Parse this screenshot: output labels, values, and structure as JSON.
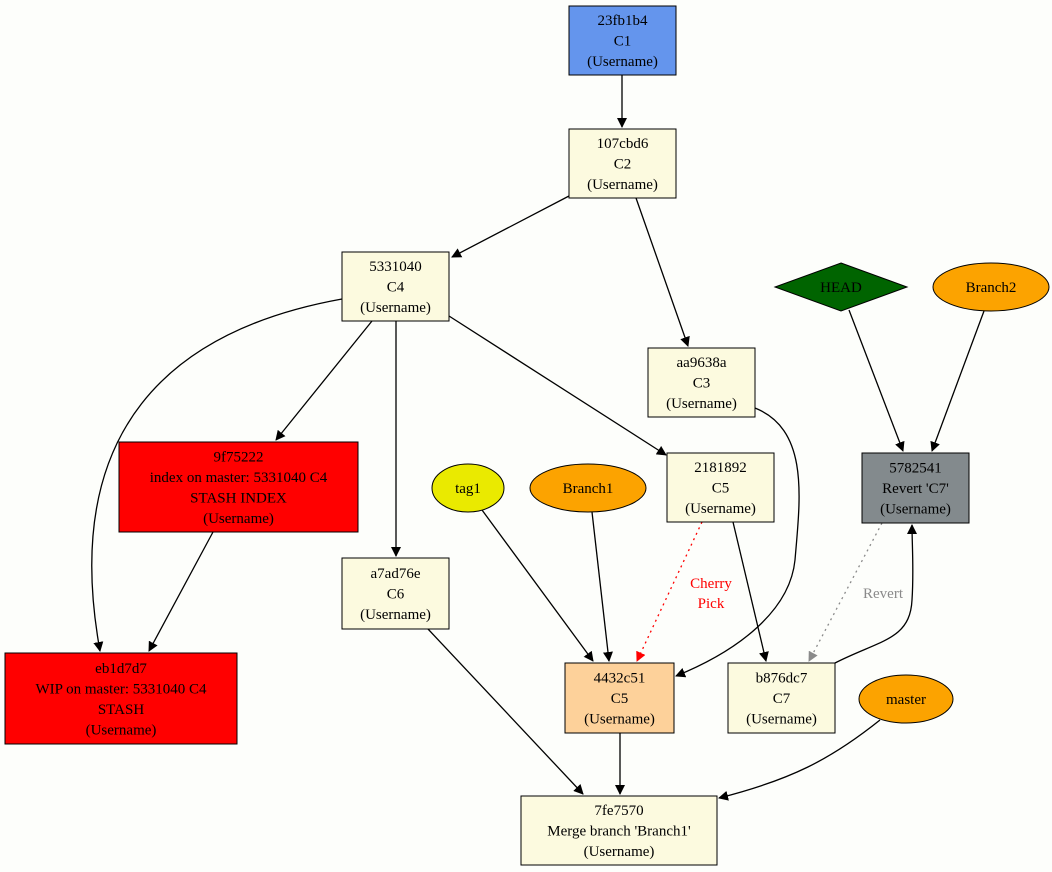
{
  "diagram": {
    "type": "git-commit-graph",
    "colors": {
      "background": "#fdfefb",
      "commit_default": "#fcfadf",
      "commit_root": "#6495ed",
      "commit_stash": "#ff0000",
      "commit_cherry_pick": "#fdd19a",
      "commit_revert": "#838a8d",
      "head": "#006400",
      "branch": "#fca300",
      "tag": "#eaea00",
      "edge": "#000000",
      "edge_cherry_pick": "#ff0000",
      "edge_revert": "#8a8a8a"
    },
    "nodes": [
      {
        "id": "c1",
        "kind": "commit",
        "style": "root",
        "lines": [
          "23fb1b4",
          "C1",
          "(Username)"
        ]
      },
      {
        "id": "c2",
        "kind": "commit",
        "style": "default",
        "lines": [
          "107cbd6",
          "C2",
          "(Username)"
        ]
      },
      {
        "id": "c4",
        "kind": "commit",
        "style": "default",
        "lines": [
          "5331040",
          "C4",
          "(Username)"
        ]
      },
      {
        "id": "c3",
        "kind": "commit",
        "style": "default",
        "lines": [
          "aa9638a",
          "C3",
          "(Username)"
        ]
      },
      {
        "id": "stashidx",
        "kind": "commit",
        "style": "stash",
        "lines": [
          "9f75222",
          "index on master: 5331040 C4",
          "STASH INDEX",
          "(Username)"
        ]
      },
      {
        "id": "c5a",
        "kind": "commit",
        "style": "default",
        "lines": [
          "2181892",
          "C5",
          "(Username)"
        ]
      },
      {
        "id": "c6",
        "kind": "commit",
        "style": "default",
        "lines": [
          "a7ad76e",
          "C6",
          "(Username)"
        ]
      },
      {
        "id": "stash",
        "kind": "commit",
        "style": "stash",
        "lines": [
          "eb1d7d7",
          "WIP on master: 5331040 C4",
          "STASH",
          "(Username)"
        ]
      },
      {
        "id": "c5b",
        "kind": "commit",
        "style": "cherry_pick",
        "lines": [
          "4432c51",
          "C5",
          "(Username)"
        ]
      },
      {
        "id": "c7",
        "kind": "commit",
        "style": "default",
        "lines": [
          "b876dc7",
          "C7",
          "(Username)"
        ]
      },
      {
        "id": "rev",
        "kind": "commit",
        "style": "revert",
        "lines": [
          "5782541",
          "Revert 'C7'",
          "(Username)"
        ]
      },
      {
        "id": "merge",
        "kind": "commit",
        "style": "default",
        "lines": [
          "7fe7570",
          "Merge branch 'Branch1'",
          "(Username)"
        ]
      },
      {
        "id": "head",
        "kind": "head",
        "style": "head",
        "lines": [
          "HEAD"
        ]
      },
      {
        "id": "branch2",
        "kind": "branch",
        "style": "branch",
        "lines": [
          "Branch2"
        ]
      },
      {
        "id": "tag1",
        "kind": "tag",
        "style": "tag",
        "lines": [
          "tag1"
        ]
      },
      {
        "id": "branch1",
        "kind": "branch",
        "style": "branch",
        "lines": [
          "Branch1"
        ]
      },
      {
        "id": "master",
        "kind": "branch",
        "style": "branch",
        "lines": [
          "master"
        ]
      }
    ],
    "edges": [
      {
        "from": "c1",
        "to": "c2",
        "style": "solid"
      },
      {
        "from": "c2",
        "to": "c4",
        "style": "solid"
      },
      {
        "from": "c2",
        "to": "c3",
        "style": "solid"
      },
      {
        "from": "c4",
        "to": "stashidx",
        "style": "solid"
      },
      {
        "from": "c4",
        "to": "stash",
        "style": "solid"
      },
      {
        "from": "c4",
        "to": "c6",
        "style": "solid"
      },
      {
        "from": "c4",
        "to": "c5a",
        "style": "solid"
      },
      {
        "from": "stashidx",
        "to": "stash",
        "style": "solid"
      },
      {
        "from": "c3",
        "to": "c5b",
        "style": "solid"
      },
      {
        "from": "c5a",
        "to": "c5b",
        "style": "cherry_pick",
        "label": "Cherry\nPick"
      },
      {
        "from": "c5a",
        "to": "c7",
        "style": "solid"
      },
      {
        "from": "tag1",
        "to": "c5b",
        "style": "solid"
      },
      {
        "from": "branch1",
        "to": "c5b",
        "style": "solid"
      },
      {
        "from": "head",
        "to": "rev",
        "style": "solid"
      },
      {
        "from": "branch2",
        "to": "rev",
        "style": "solid"
      },
      {
        "from": "rev",
        "to": "c7",
        "style": "revert",
        "label": "Revert"
      },
      {
        "from": "c7",
        "to": "rev",
        "style": "solid"
      },
      {
        "from": "c6",
        "to": "merge",
        "style": "solid"
      },
      {
        "from": "c5b",
        "to": "merge",
        "style": "solid"
      },
      {
        "from": "master",
        "to": "merge",
        "style": "solid"
      }
    ]
  }
}
